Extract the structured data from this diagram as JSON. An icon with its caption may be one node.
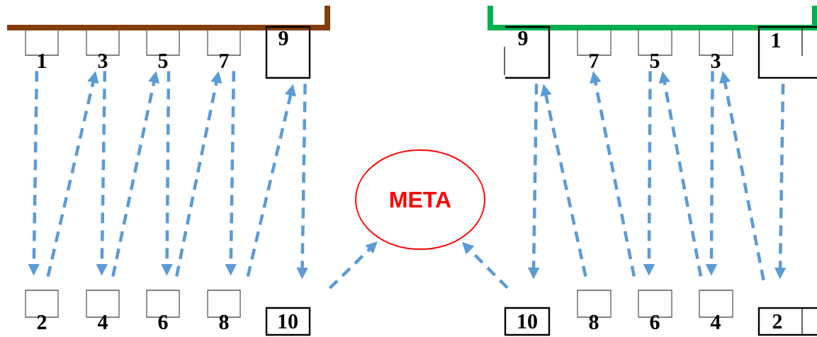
{
  "diagram": {
    "nodes": [
      {
        "text": [
          "1"
        ]
      },
      {
        "text": [
          "3"
        ]
      },
      {
        "text": [
          "5"
        ]
      },
      {
        "text": [
          "7"
        ]
      },
      {
        "text": [
          "9"
        ]
      },
      {
        "text": [
          "9"
        ]
      },
      {
        "text": [
          "7"
        ]
      },
      {
        "text": [
          "5"
        ]
      },
      {
        "text": [
          "3"
        ]
      },
      {
        "text": [
          "1"
        ]
      },
      {
        "text": [
          "META"
        ]
      },
      {
        "text": [
          "2"
        ]
      },
      {
        "text": [
          "4"
        ]
      },
      {
        "text": [
          "6"
        ]
      },
      {
        "text": [
          "8"
        ]
      },
      {
        "text": [
          "10"
        ]
      },
      {
        "text": [
          "10"
        ]
      },
      {
        "text": [
          "8"
        ]
      },
      {
        "text": [
          "6"
        ]
      },
      {
        "text": [
          "4"
        ]
      },
      {
        "text": [
          "2"
        ]
      }
    ],
    "edges": [
      {
        "from": 0,
        "to": 11,
        "arrow": "to",
        "style": "dashed"
      },
      {
        "from": 11,
        "to": 1,
        "arrow": "to",
        "style": "dashed"
      },
      {
        "from": 1,
        "to": 12,
        "arrow": "to",
        "style": "dashed"
      },
      {
        "from": 12,
        "to": 2,
        "arrow": "to",
        "style": "dashed"
      },
      {
        "from": 2,
        "to": 13,
        "arrow": "to",
        "style": "dashed"
      },
      {
        "from": 13,
        "to": 3,
        "arrow": "to",
        "style": "dashed"
      },
      {
        "from": 3,
        "to": 14,
        "arrow": "to",
        "style": "dashed"
      },
      {
        "from": 14,
        "to": 4,
        "arrow": "to",
        "style": "dashed"
      },
      {
        "from": 4,
        "to": 15,
        "arrow": "to",
        "style": "dashed"
      },
      {
        "from": 15,
        "to": 10,
        "arrow": "to",
        "style": "dashed"
      },
      {
        "from": 9,
        "to": 20,
        "arrow": "to",
        "style": "dashed"
      },
      {
        "from": 20,
        "to": 8,
        "arrow": "to",
        "style": "dashed"
      },
      {
        "from": 8,
        "to": 19,
        "arrow": "to",
        "style": "dashed"
      },
      {
        "from": 19,
        "to": 7,
        "arrow": "to",
        "style": "dashed"
      },
      {
        "from": 7,
        "to": 18,
        "arrow": "to",
        "style": "dashed"
      },
      {
        "from": 18,
        "to": 6,
        "arrow": "to",
        "style": "dashed"
      },
      {
        "from": 17,
        "to": 5,
        "arrow": "to",
        "style": "dashed"
      },
      {
        "from": 5,
        "to": 16,
        "arrow": "to",
        "style": "dashed"
      },
      {
        "from": 16,
        "to": 10,
        "arrow": "to",
        "style": "dashed"
      }
    ]
  }
}
